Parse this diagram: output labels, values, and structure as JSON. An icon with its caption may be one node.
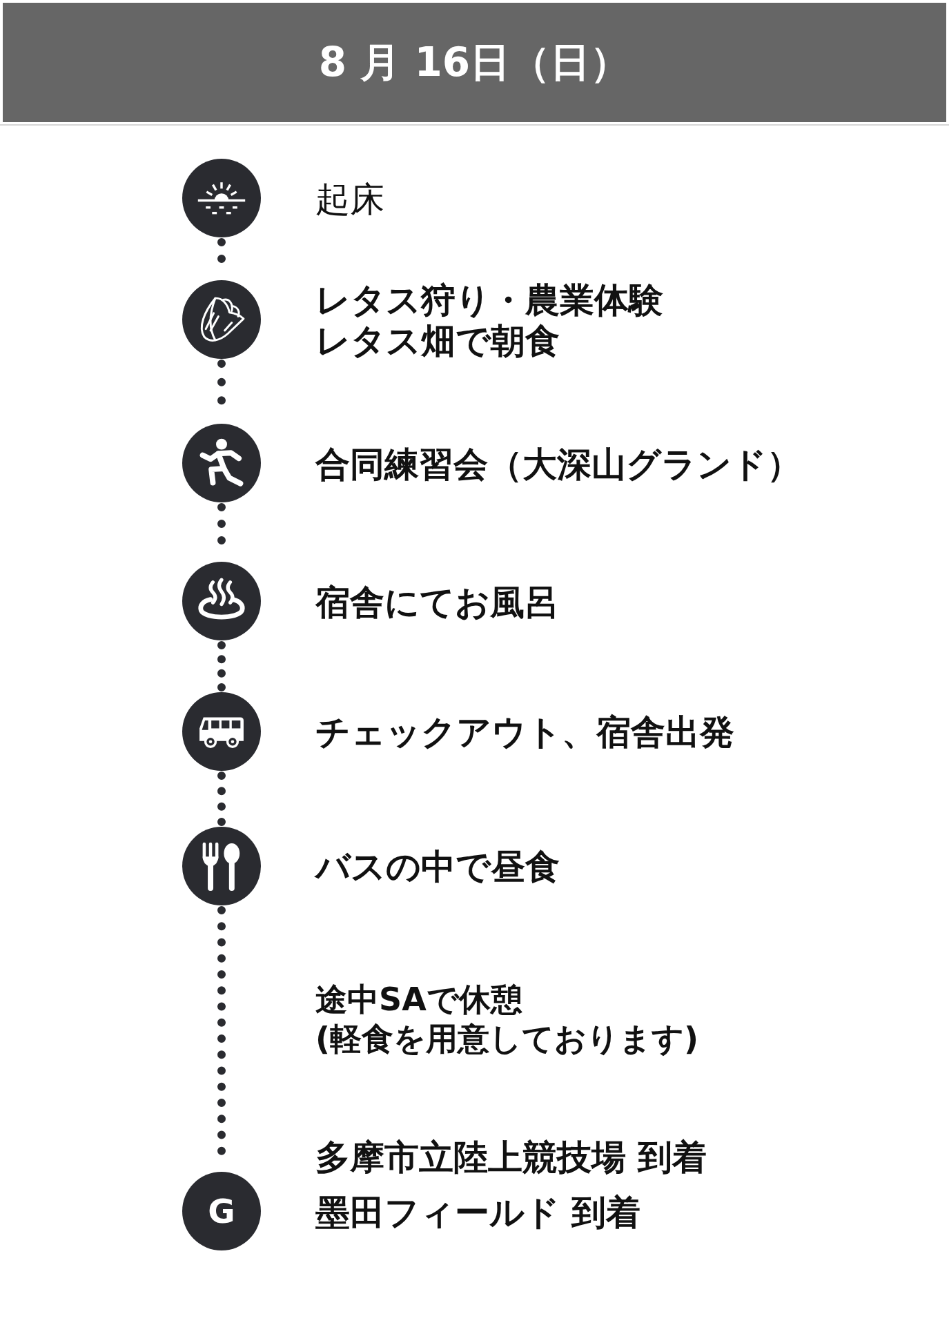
{
  "diagram": {
    "title": "8 月 16日（日）",
    "nodes": [
      {
        "text": [],
        "shape": "circle",
        "beside": [
          "起床"
        ]
      },
      {
        "text": [],
        "shape": "circle",
        "beside": [
          "レタス狩り・農業体験",
          "レタス畑で朝食"
        ]
      },
      {
        "text": [],
        "shape": "circle",
        "beside": [
          "合同練習会（大深山グランド）"
        ]
      },
      {
        "text": [],
        "shape": "circle",
        "beside": [
          "宿舎にてお風呂"
        ]
      },
      {
        "text": [],
        "shape": "circle",
        "beside": [
          "チェックアウト、宿舎出発"
        ]
      },
      {
        "text": [],
        "shape": "circle",
        "beside": [
          "バスの中で昼食"
        ]
      },
      {
        "text": [
          "G"
        ],
        "beside": [
          "多摩市立陸上競技場 到着",
          "墨田フィールド 到着"
        ]
      }
    ],
    "edges": [
      {
        "from": 0,
        "to": 1,
        "arrow": "none",
        "style": "dashed"
      },
      {
        "from": 1,
        "to": 2,
        "arrow": "none",
        "style": "dashed"
      },
      {
        "from": 2,
        "to": 3,
        "arrow": "none",
        "style": "dashed"
      },
      {
        "from": 3,
        "to": 4,
        "arrow": "none",
        "style": "dashed"
      },
      {
        "from": 4,
        "to": 5,
        "arrow": "none",
        "style": "dashed"
      },
      {
        "from": 5,
        "to": 6,
        "arrow": "none",
        "style": "dashed"
      }
    ],
    "labels": [
      "途中SAで休憩",
      "(軽食を用意しております)"
    ]
  }
}
